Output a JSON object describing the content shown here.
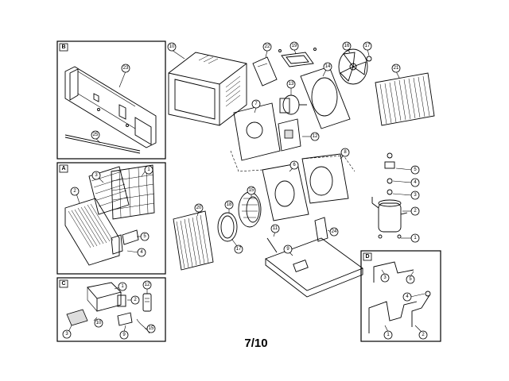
{
  "page_number": "7/10",
  "panels": {
    "B": "B",
    "A": "A",
    "C": "C",
    "D": "D"
  },
  "callouts": {
    "n23": "23",
    "n25": "25",
    "n10": "10",
    "n22": "22",
    "n19": "19",
    "n16": "16",
    "n17": "17",
    "n14": "14",
    "n13": "13",
    "n21": "21",
    "n7": "7",
    "n12": "12",
    "n6": "6",
    "n8": "8",
    "n5": "5",
    "n4": "4",
    "n3": "3",
    "n2": "2",
    "n1": "1",
    "n20": "20",
    "n18": "18",
    "n15": "15",
    "n11": "11",
    "n24": "24",
    "n9": "9"
  }
}
